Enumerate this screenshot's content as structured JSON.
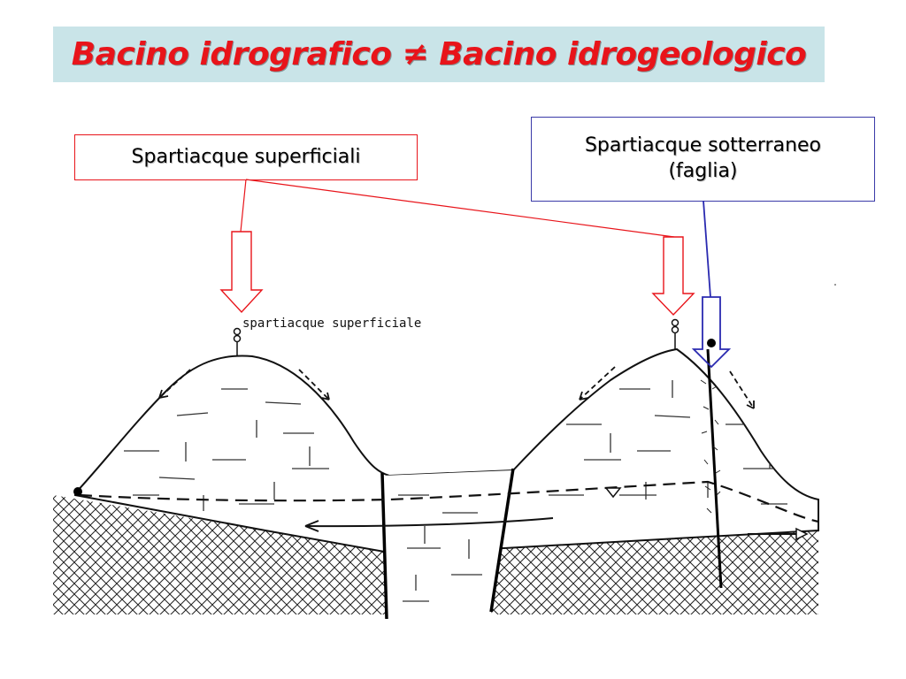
{
  "title": {
    "text": "Bacino idrografico ≠ Bacino idrogeologico",
    "background": "#c9e4e8",
    "color": "#e8141a"
  },
  "callouts": {
    "surface": {
      "label": "Spartiacque superficiali",
      "border_color": "#e8141a"
    },
    "underground": {
      "line1": "Spartiacque sotterraneo",
      "line2": "(faglia)",
      "border_color": "#3a3aa8"
    }
  },
  "diagram": {
    "inner_label": "spartiacque superficiale",
    "arrow_colors": {
      "surface": "#e8141a",
      "fault": "#2a2ab0"
    }
  }
}
